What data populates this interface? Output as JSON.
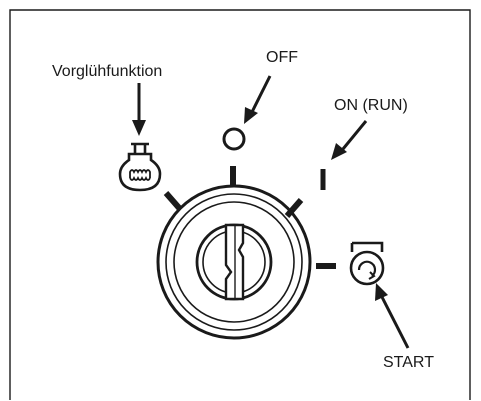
{
  "labels": {
    "glow": "Vorglühfunktion",
    "off": "OFF",
    "on": "ON (RUN)",
    "start": "START"
  },
  "icons": {
    "glow": "glow-plug-coil-icon",
    "off": "off-circle-icon",
    "on": "on-bar-icon",
    "start": "start-rotation-icon",
    "key": "ignition-key-icon"
  },
  "colors": {
    "line": "#1a1a1a",
    "background": "#ffffff"
  }
}
